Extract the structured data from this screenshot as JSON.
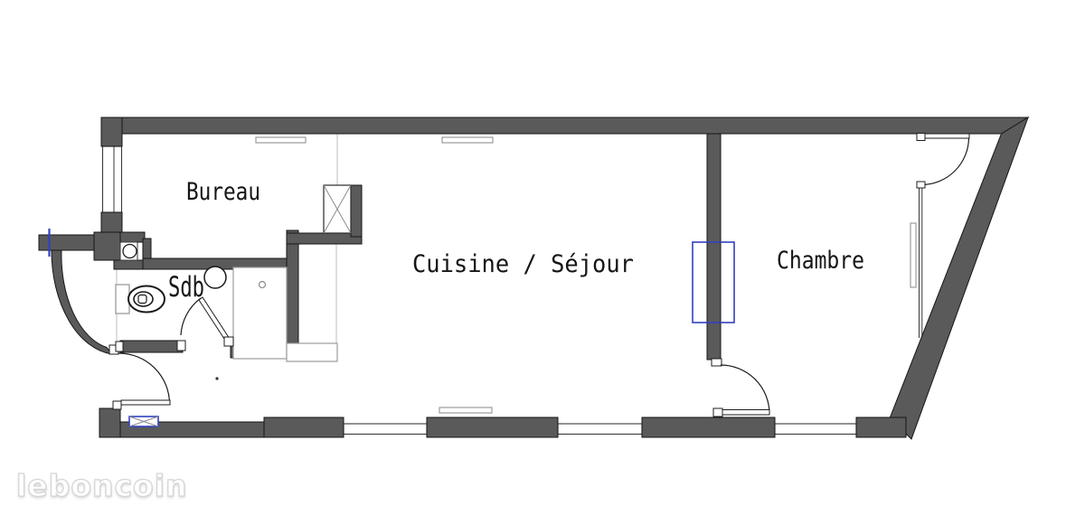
{
  "watermark": {
    "text": "leboncoin"
  },
  "rooms": {
    "bureau": {
      "label": "Bureau"
    },
    "sdb": {
      "label": "Sdb"
    },
    "cuisine_sejour": {
      "label": "Cuisine  /  Séjour"
    },
    "chambre": {
      "label": "Chambre"
    }
  },
  "symbols": {
    "toilet": "toilet-symbol",
    "hand_basin": "hand-basin-symbol",
    "round_sink": "round-sink-symbol",
    "shower": "shower-tray-symbol",
    "technical_shaft": "crossed-shaft-symbol",
    "vent_grille": "blue-crossed-vent-symbol",
    "doors": "door-swing-arc-symbol",
    "windows": "double-line-window-symbol",
    "radiators": "thin-rect-radiator-symbol"
  },
  "colors": {
    "wall": "#5a5a5a",
    "outline": "#161616",
    "accent_blue": "#3240c0",
    "fixture_stroke": "#9b9b9b",
    "label_text": "#151515",
    "watermark_text": "#ffffff",
    "watermark_shadow": "#d6d6d6"
  }
}
